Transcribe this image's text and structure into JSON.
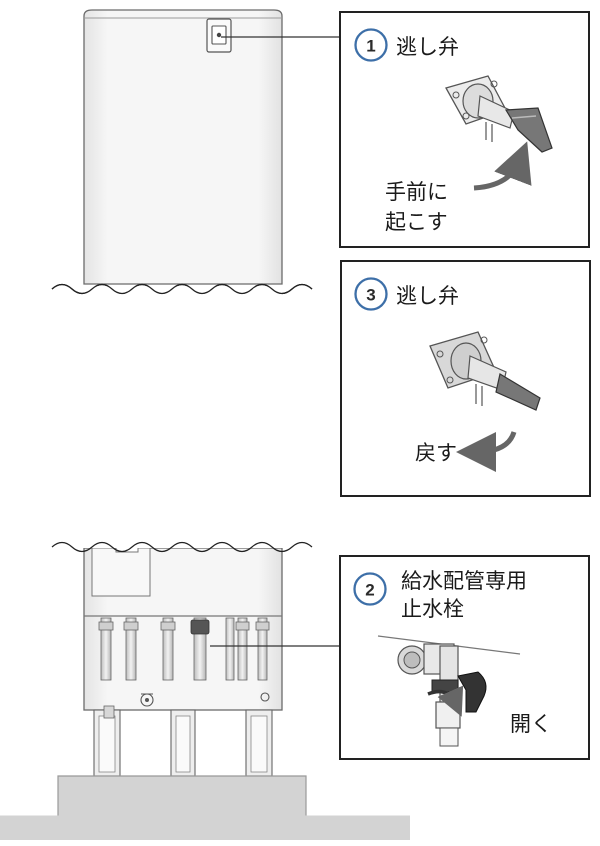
{
  "callouts": [
    {
      "number": "1",
      "title": "逃し弁",
      "action_line1": "手前に",
      "action_line2": "起こす"
    },
    {
      "number": "2",
      "title_line1": "給水配管専用",
      "title_line2": "止水栓",
      "action": "開く"
    },
    {
      "number": "3",
      "title": "逃し弁",
      "action": "戻す"
    }
  ],
  "colors": {
    "badge_ring": "#3d6fa8",
    "unit_body": "#f1f1f1",
    "unit_outline": "#6b6b6b",
    "ground": "#d3d3d3",
    "arrow": "#666666"
  }
}
